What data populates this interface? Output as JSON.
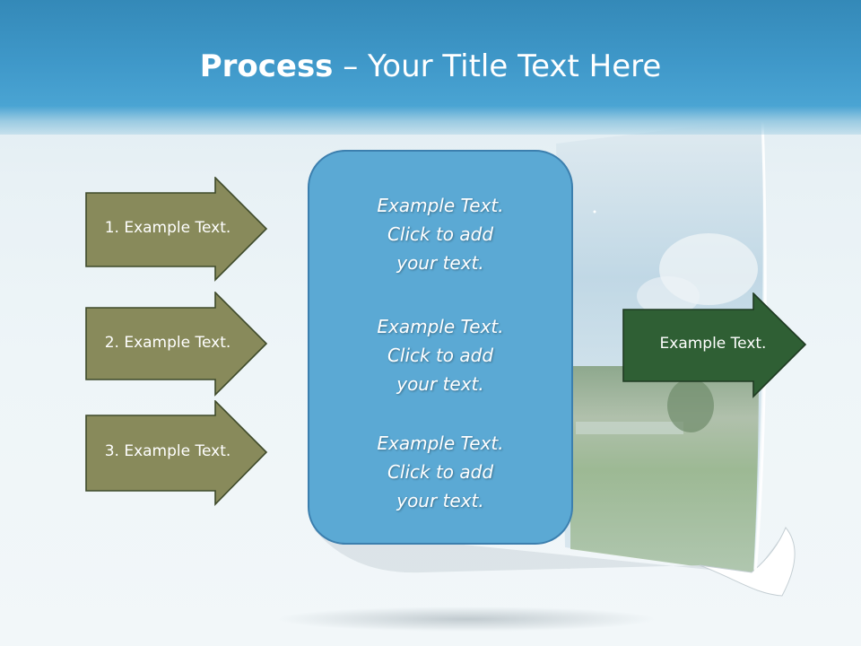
{
  "title": {
    "bold": "Process",
    "rest": " – Your Title Text Here"
  },
  "steps": [
    {
      "label": "1. Example Text."
    },
    {
      "label": "2. Example Text."
    },
    {
      "label": "3. Example Text."
    }
  ],
  "center_box": {
    "blocks": [
      {
        "text": "Example Text.\nClick  to add\nyour text."
      },
      {
        "text": "Example Text.\nClick  to add\nyour text."
      },
      {
        "text": "Example Text.\nClick  to add\nyour text."
      }
    ]
  },
  "result": {
    "label": "Example Text."
  },
  "colors": {
    "title_band": "#3f98c9",
    "step_arrow_fill": "#888a5b",
    "result_arrow_fill": "#2f5f34",
    "center_box_fill": "#5ba9d4",
    "center_box_border": "#3c7fae"
  }
}
